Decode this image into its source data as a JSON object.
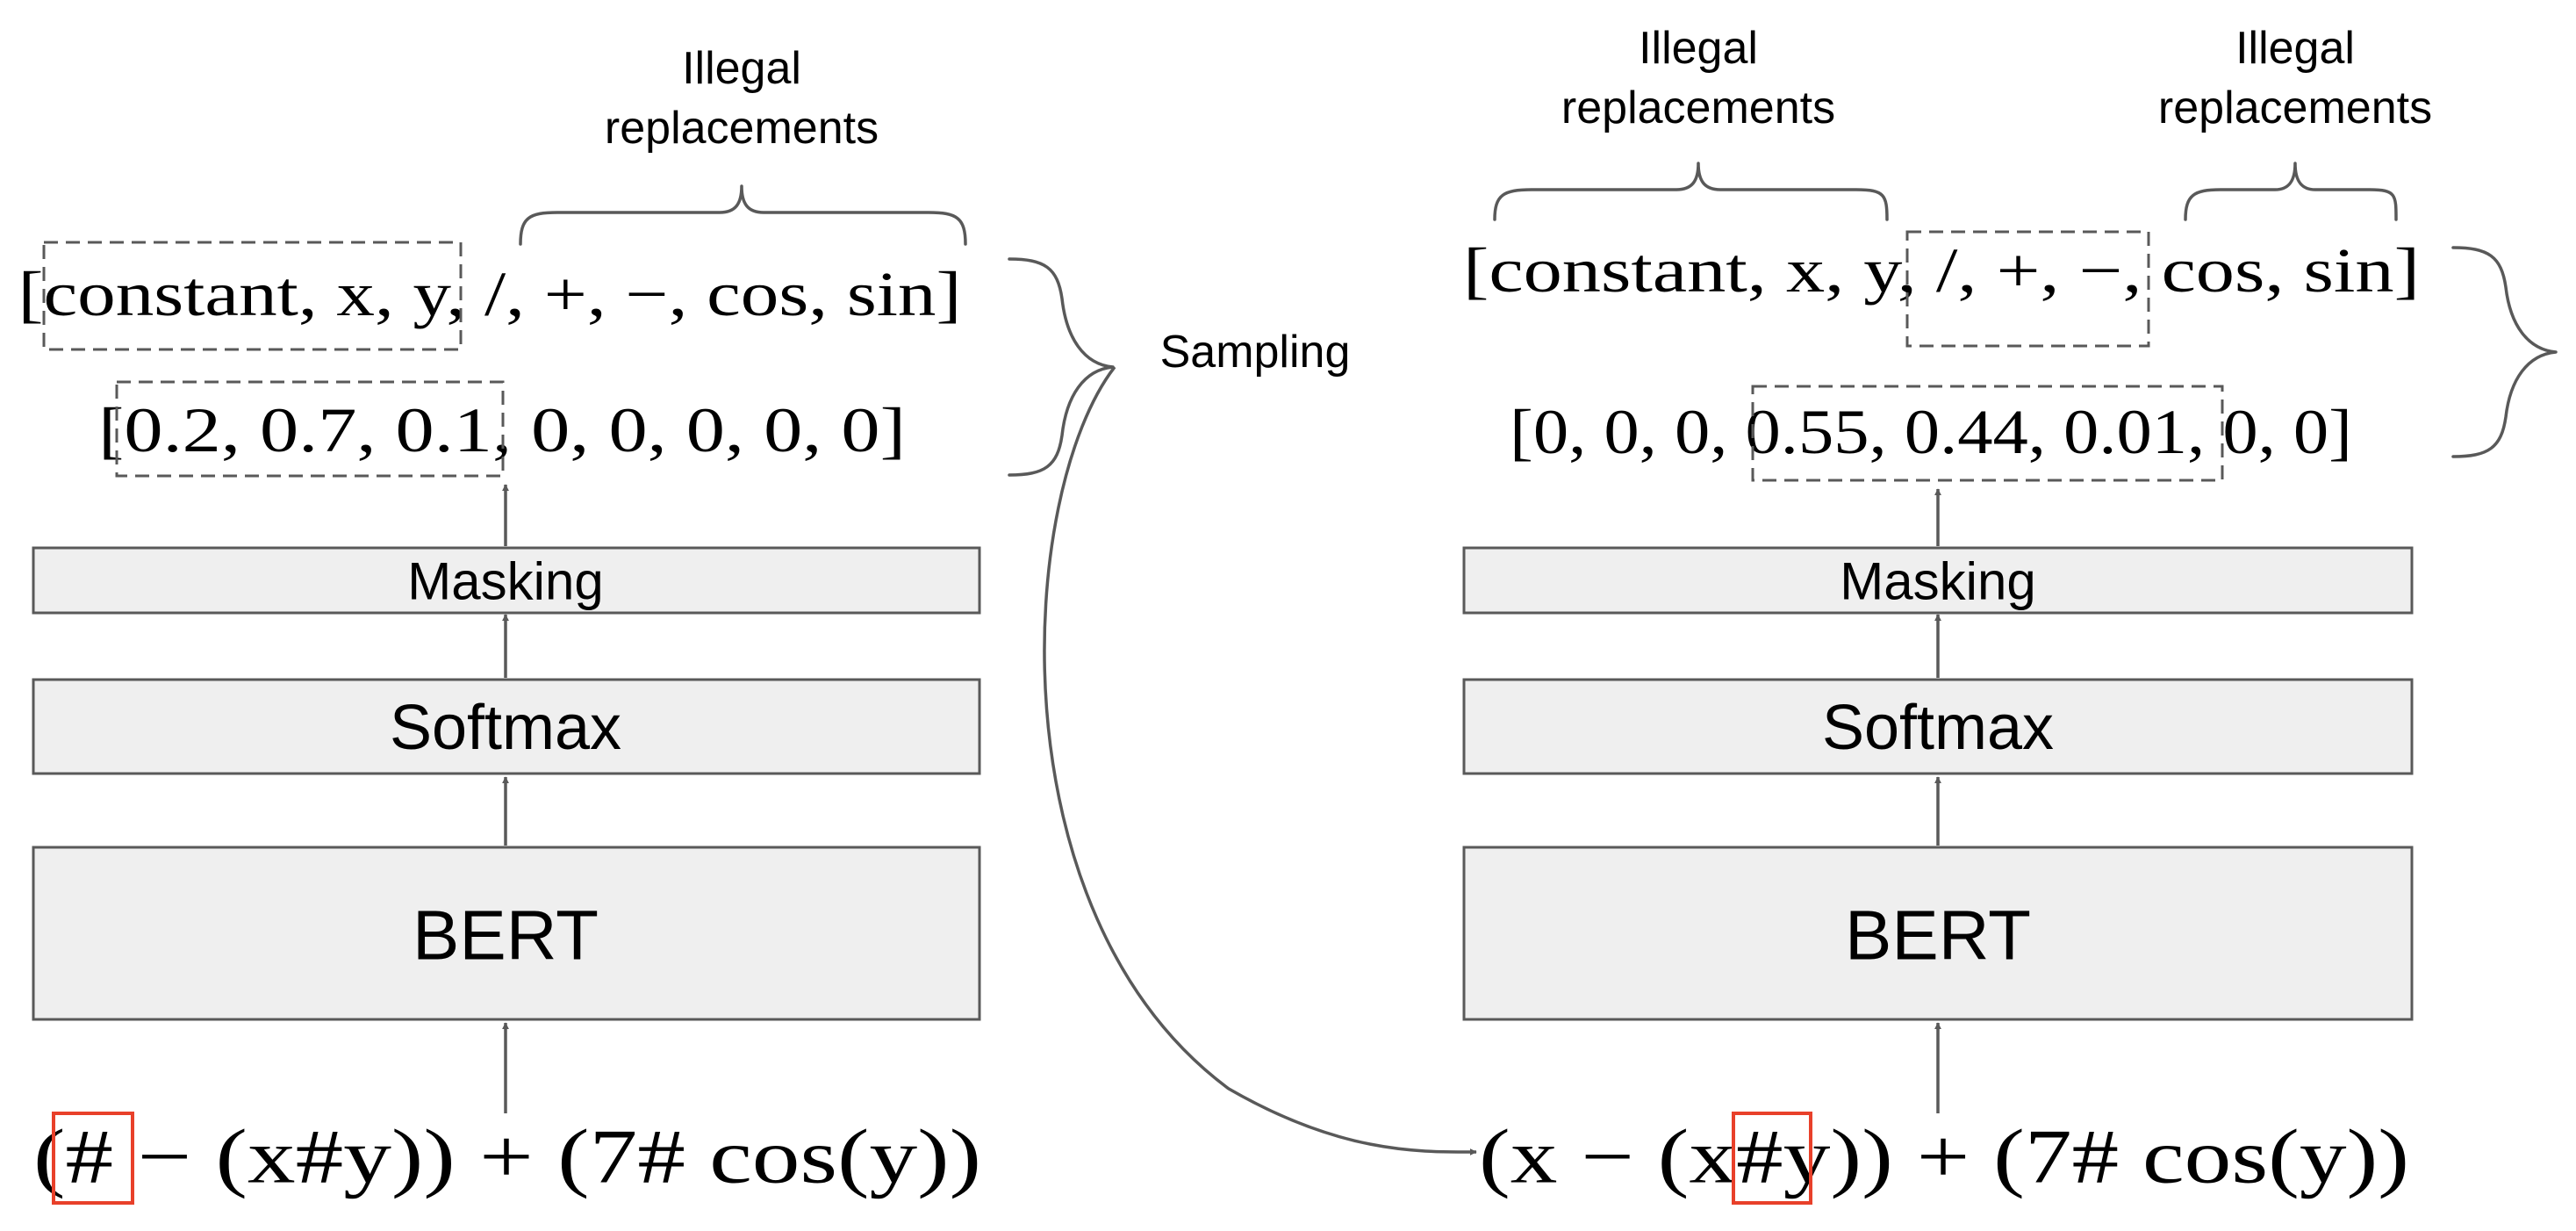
{
  "left_panel": {
    "brace_label": [
      "Illegal",
      "replacements"
    ],
    "vocab": "[constant, x, y, /, +, −, cos, sin]",
    "probs": "[0.2, 0.7, 0.1, 0, 0, 0, 0, 0]",
    "masking_label": "Masking",
    "softmax_label": "Softmax",
    "bert_label": "BERT",
    "input_expr": "(# − (x#y)) + (7# cos(y))"
  },
  "right_panel": {
    "brace_label_1": [
      "Illegal",
      "replacements"
    ],
    "brace_label_2": [
      "Illegal",
      "replacements"
    ],
    "vocab": "[constant, x, y, /, +, −, cos, sin]",
    "probs": "[0, 0, 0, 0.55, 0.44, 0.01, 0, 0]",
    "masking_label": "Masking",
    "softmax_label": "Softmax",
    "bert_label": "BERT",
    "input_expr": "(x − (x#y)) + (7# cos(y))"
  },
  "sampling_label": "Sampling",
  "colors": {
    "box_fill": "#efefef",
    "stroke": "#595959",
    "highlight": "#e8402a"
  }
}
